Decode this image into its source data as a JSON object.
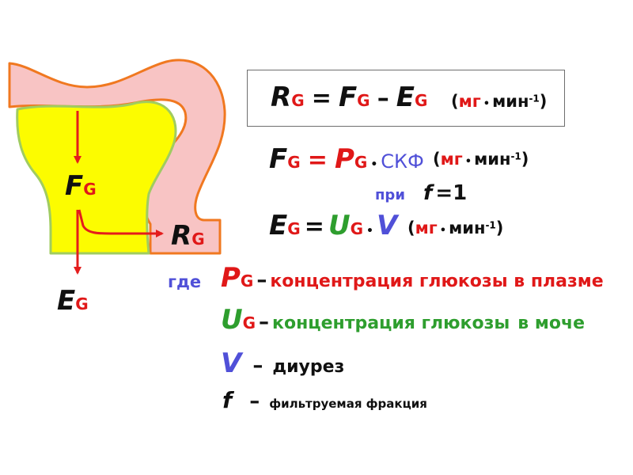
{
  "colors": {
    "tubule_fill": "#f8c4c4",
    "tubule_outline": "#f07820",
    "glomerulus_fill": "#fcfc00",
    "glomerulus_outline": "#a0cc60",
    "arrow": "#e41c1c",
    "red_text": "#e01818",
    "blue_text": "#5050d8",
    "green_text": "#2e9e2e",
    "black_text": "#101010"
  },
  "diagram": {
    "label_FG": {
      "main": "F",
      "sub": "G"
    },
    "label_RG": {
      "main": "R",
      "sub": "G"
    },
    "label_EG": {
      "main": "E",
      "sub": "G"
    }
  },
  "equation1": {
    "r_main": "R",
    "r_sub": "G",
    "eq": "=",
    "f_main": "F",
    "f_sub": "G",
    "minus": "–",
    "e_main": "E",
    "e_sub": "G",
    "unit_open": "(",
    "unit_mg": "мг",
    "unit_dot": "•",
    "unit_min": "мин",
    "unit_exp": "-1",
    "unit_close": ")"
  },
  "equation2": {
    "f_main": "F",
    "f_sub": "G",
    "eq": "=",
    "p_main": "P",
    "p_sub": "G",
    "dot": "•",
    "skf": "СКФ",
    "unit_open": "(",
    "unit_mg": "мг",
    "unit_dot": "•",
    "unit_min": "мин",
    "unit_exp": "-1",
    "unit_close": ")"
  },
  "condition": {
    "pri": "при",
    "f": "f",
    "eq_one": "=1"
  },
  "equation3": {
    "e_main": "E",
    "e_sub": "G",
    "eq": "=",
    "u_main": "U",
    "u_sub": "G",
    "dot": "•",
    "v": "V",
    "unit_open": "(",
    "unit_mg": "мг",
    "unit_dot": "•",
    "unit_min": "мин",
    "unit_exp": "-1",
    "unit_close": ")"
  },
  "legend": {
    "gde": "где",
    "p_main": "P",
    "p_sub": "G",
    "p_dash": "–",
    "p_text": "концентрация глюкозы в плазме",
    "u_main": "U",
    "u_sub": "G",
    "u_dash": "–",
    "u_text_1": "концентрация глюкозы",
    "u_text_2": "в моче",
    "v_main": "V",
    "v_dash": "–",
    "v_text": "диурез",
    "f_main": "f",
    "f_dash": "–",
    "f_text": "фильтруемая фракция"
  }
}
